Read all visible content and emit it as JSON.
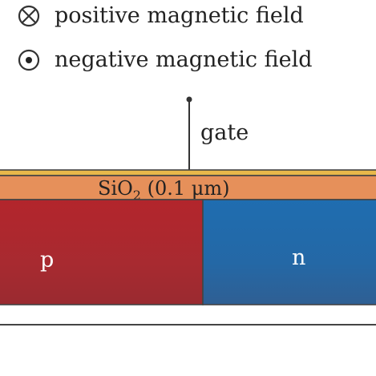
{
  "legend": {
    "positive_label": "positive magnetic field",
    "negative_label": "negative magnetic field",
    "positive_icon": "circle-cross-icon",
    "negative_icon": "circle-dot-icon"
  },
  "gate": {
    "label": "gate"
  },
  "oxide": {
    "label_main": "SiO",
    "label_sub": "2",
    "label_rest": " (0.1 μm)"
  },
  "regions": {
    "p_label": "p",
    "n_label": "n"
  },
  "colors": {
    "metal_gate": "#e8b84a",
    "oxide": "#e6905a",
    "p_region": "#a8282e",
    "n_region": "#2a6aa8",
    "outline": "#444444"
  }
}
